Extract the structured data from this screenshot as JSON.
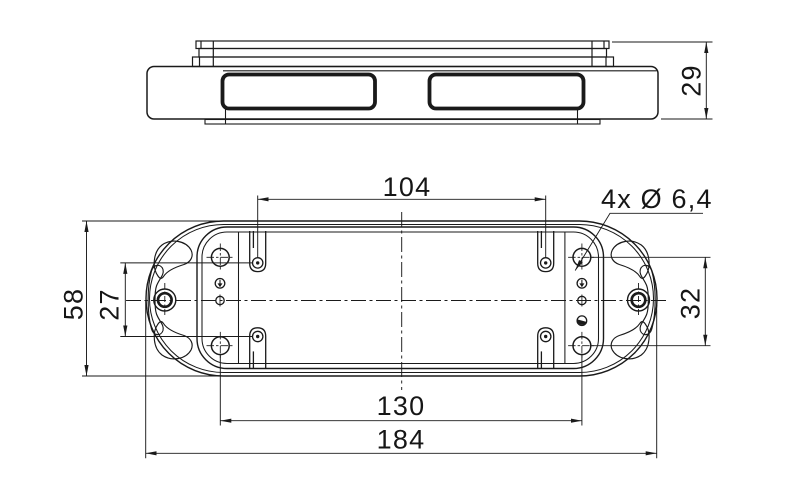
{
  "drawing": {
    "background": "#ffffff",
    "line_color": "#1a1a1a",
    "side_view": {
      "height": "29"
    },
    "plan_view": {
      "inner_tab_spacing": "104",
      "hole_callout": "4x Ø 6,4",
      "body_width": "58",
      "tab_spacing": "27",
      "hole_spacing_vertical": "32",
      "hole_spacing_horizontal": "130",
      "overall_length": "184"
    }
  }
}
